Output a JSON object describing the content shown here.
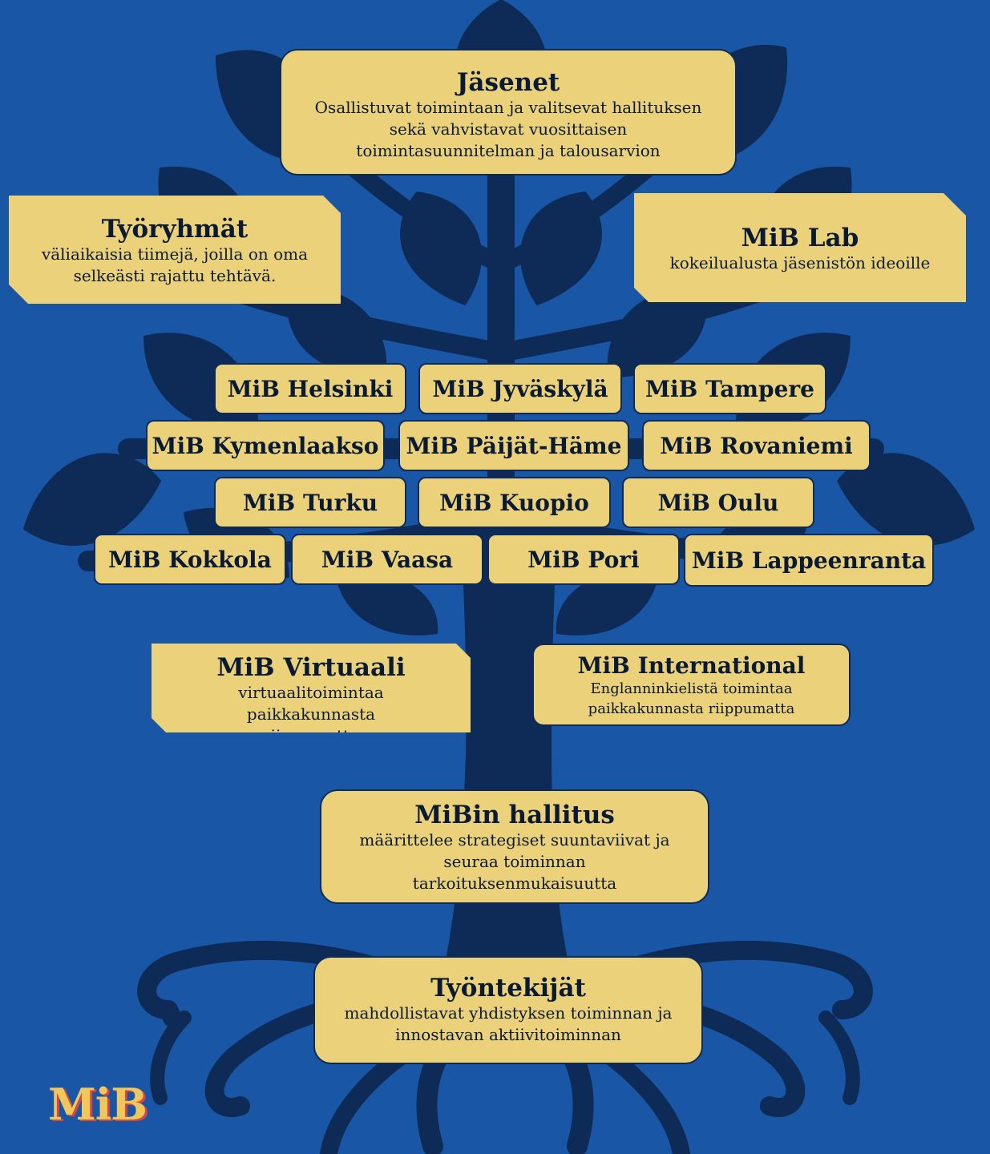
{
  "boxes": {
    "jasenet": {
      "title": "Jäsenet",
      "desc": "Osallistuvat toimintaan ja valitsevat hallituksen sekä vahvistavat vuosittaisen toimintasuunnitelman ja talousarvion"
    },
    "tyoryhmat": {
      "title": "Työryhmät",
      "desc": "väliaikaisia tiimejä, joilla on oma selkeästi rajattu tehtävä."
    },
    "mib_lab": {
      "title": "MiB Lab",
      "desc": "kokeilualusta jäsenistön ideoille"
    },
    "mib_virtuaali": {
      "title": "MiB Virtuaali",
      "desc": "virtuaalitoimintaa paikkakunnasta riippumatta"
    },
    "mib_international": {
      "title": "MiB International",
      "desc": "Englanninkielistä toimintaa paikkakunnasta riippumatta"
    },
    "hallitus": {
      "title": "MiBin hallitus",
      "desc": "määrittelee strategiset suuntaviivat ja seuraa toiminnan tarkoituksenmukaisuutta"
    },
    "tyontekijat": {
      "title": "Työntekijät",
      "desc": "mahdollistavat yhdistyksen toiminnan ja innostavan aktiivitoiminnan"
    }
  },
  "chapters": [
    "MiB Helsinki",
    "MiB Jyväskylä",
    "MiB Tampere",
    "MiB Kymenlaakso",
    "MiB Päijät-Häme",
    "MiB Rovaniemi",
    "MiB Turku",
    "MiB Kuopio",
    "MiB Oulu",
    "MiB Kokkola",
    "MiB Vaasa",
    "MiB Pori",
    "MiB Lappeenranta"
  ],
  "logo": "MiB",
  "colors": {
    "background": "#1957a6",
    "tree": "#0e2b57",
    "box": "#ebd27a",
    "text": "#0b1a33",
    "logo": "#f0c75a",
    "logo_shadow": "#d8463f"
  }
}
